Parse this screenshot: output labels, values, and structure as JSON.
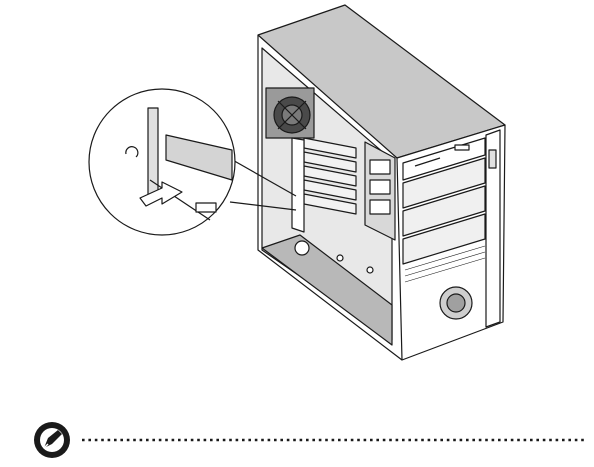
{
  "figure": {
    "subject": "pc-tower-expansion-card-installation",
    "callout": "magnified-card-slot-insertion",
    "colors": {
      "line": "#1a1a1a",
      "case_top": "#c8c8c8",
      "case_front": "#ffffff",
      "interior": "#e6e6e6",
      "card": "#d4d4d4",
      "floor": "#b8b8b8"
    }
  },
  "note": {
    "icon": "note-pencil-icon",
    "separator_style": "dotted"
  }
}
